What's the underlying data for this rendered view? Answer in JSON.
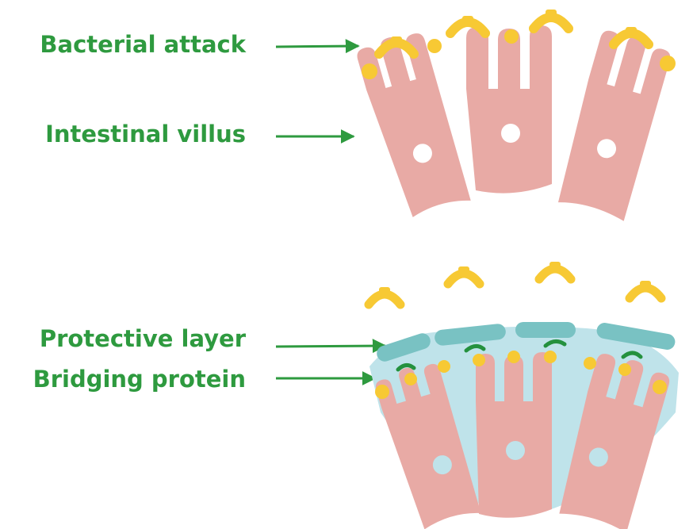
{
  "labels": {
    "bacterial_attack": "Bacterial attack",
    "intestinal_villus": "Intestinal villus",
    "protective_layer": "Protective layer",
    "bridging_protein": "Bridging protein"
  },
  "colors": {
    "label_text": "#2e9a3f",
    "arrow": "#2e9a3f",
    "villus_cell": "#e8aaa5",
    "bacteria": "#f7c934",
    "protective_layer": "#79c2c3",
    "mucus_fill": "#bfe3ea",
    "bridging_protein": "#24913e",
    "nucleus_healthy": "#ffffff",
    "nucleus_protected": "#bfe3ea"
  },
  "icons": {
    "bacteria": "bacteria-icon",
    "arrow": "arrow-icon",
    "bridging_protein": "bridging-protein-icon"
  }
}
